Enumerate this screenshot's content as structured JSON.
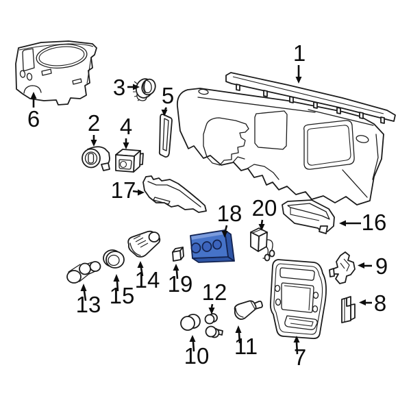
{
  "diagram": {
    "highlight_color": "#4673c8",
    "callouts": [
      {
        "number": "1",
        "highlighted": false
      },
      {
        "number": "2",
        "highlighted": false
      },
      {
        "number": "3",
        "highlighted": false
      },
      {
        "number": "4",
        "highlighted": false
      },
      {
        "number": "5",
        "highlighted": false
      },
      {
        "number": "6",
        "highlighted": false
      },
      {
        "number": "7",
        "highlighted": false
      },
      {
        "number": "8",
        "highlighted": false
      },
      {
        "number": "9",
        "highlighted": false
      },
      {
        "number": "10",
        "highlighted": false
      },
      {
        "number": "11",
        "highlighted": false
      },
      {
        "number": "12",
        "highlighted": false
      },
      {
        "number": "13",
        "highlighted": false
      },
      {
        "number": "14",
        "highlighted": false
      },
      {
        "number": "15",
        "highlighted": false
      },
      {
        "number": "16",
        "highlighted": false
      },
      {
        "number": "17",
        "highlighted": false
      },
      {
        "number": "18",
        "highlighted": true
      },
      {
        "number": "19",
        "highlighted": false
      },
      {
        "number": "20",
        "highlighted": false
      }
    ]
  }
}
